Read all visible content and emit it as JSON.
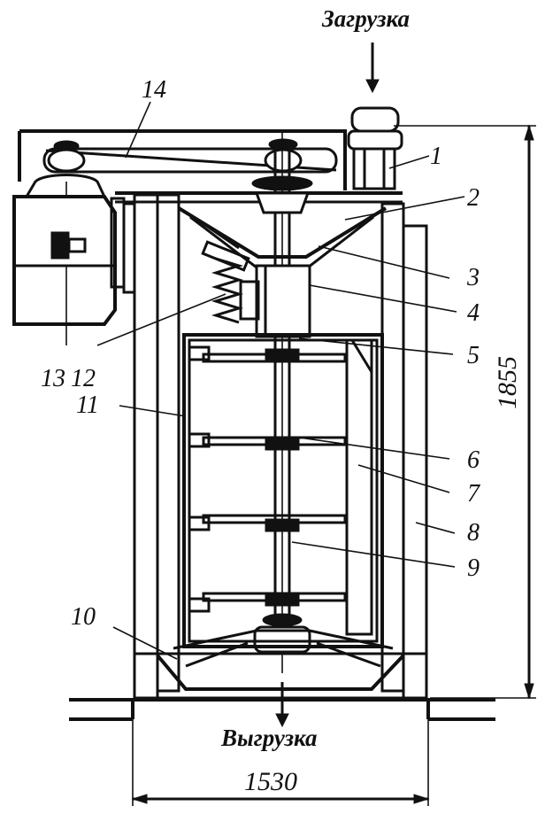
{
  "captions": {
    "loading": "Загрузка",
    "unloading": "Выгрузка"
  },
  "dimensions": {
    "height": "1855",
    "width": "1530"
  },
  "callouts": [
    "1",
    "2",
    "3",
    "4",
    "5",
    "6",
    "7",
    "8",
    "9",
    "10",
    "11",
    "12",
    "13",
    "14"
  ]
}
